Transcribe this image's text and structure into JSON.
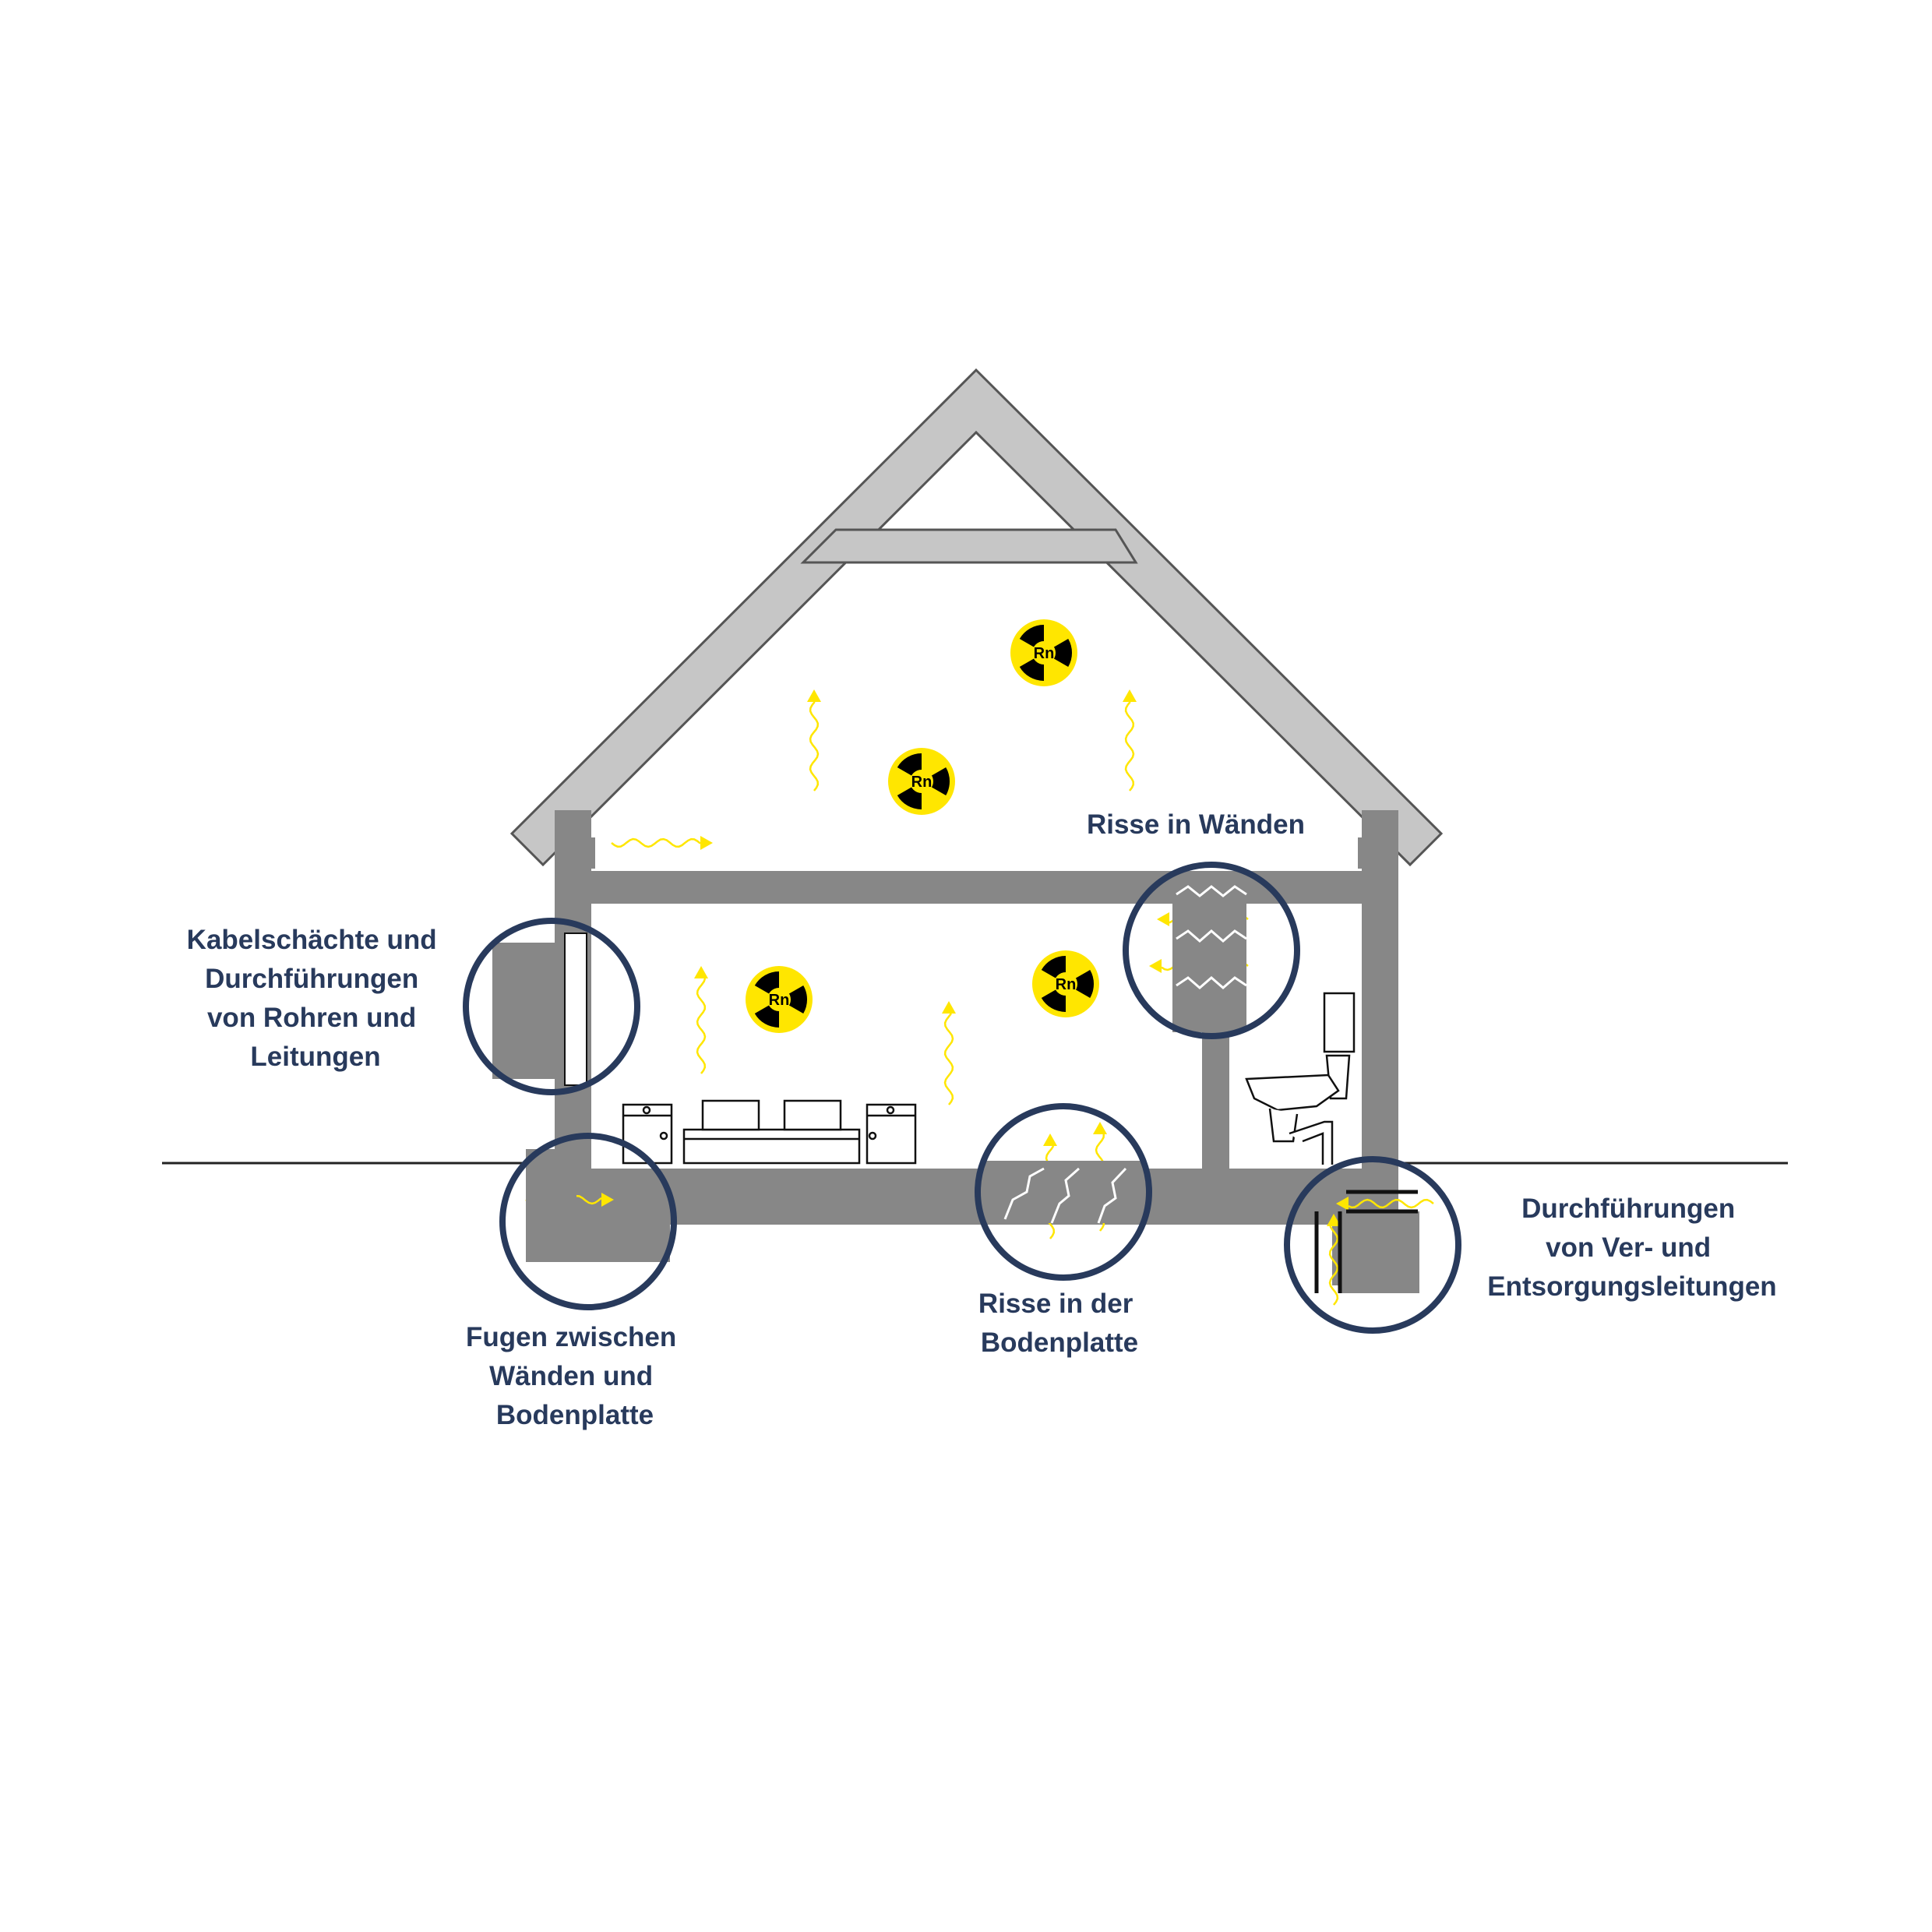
{
  "colors": {
    "structure": "#878787",
    "roof_fill": "#c6c6c6",
    "roof_outline": "#555555",
    "radon_yellow": "#ffe600",
    "symbol_black": "#000000",
    "circle_navy": "#283a5c",
    "ground_line": "#222222"
  },
  "radon_symbol_text": "Rn",
  "labels": {
    "cable_shafts": [
      "Kabelschächte und",
      "Durchführungen",
      "von Rohren und",
      "Leitungen"
    ],
    "wall_cracks": [
      "Risse in Wänden"
    ],
    "joints": [
      "Fugen zwischen",
      "Wänden und",
      "Bodenplatte"
    ],
    "slab_cracks": [
      "Risse in der",
      "Bodenplatte"
    ],
    "utility_penetrations": [
      "Durchführungen",
      "von Ver- und",
      "Entsorgungsleitungen"
    ]
  }
}
